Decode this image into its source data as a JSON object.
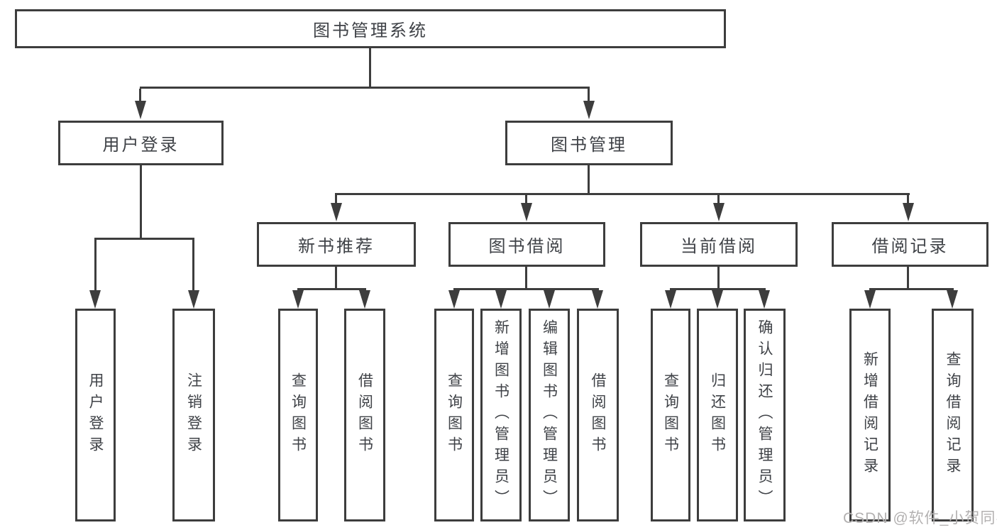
{
  "diagram": {
    "title": "图书管理系统",
    "branches": [
      {
        "label": "用户登录",
        "children": [
          {
            "label": "用户登录"
          },
          {
            "label": "注销登录"
          }
        ]
      },
      {
        "label": "图书管理",
        "children": [
          {
            "label": "新书推荐",
            "children": [
              {
                "label": "查询图书"
              },
              {
                "label": "借阅图书"
              }
            ]
          },
          {
            "label": "图书借阅",
            "children": [
              {
                "label": "查询图书"
              },
              {
                "label": "新增图书（管理员）"
              },
              {
                "label": "编辑图书（管理员）"
              },
              {
                "label": "借阅图书"
              }
            ]
          },
          {
            "label": "当前借阅",
            "children": [
              {
                "label": "查询图书"
              },
              {
                "label": "归还图书"
              },
              {
                "label": "确认归还（管理员）"
              }
            ]
          },
          {
            "label": "借阅记录",
            "children": [
              {
                "label": "新增借阅记录"
              },
              {
                "label": "查询借阅记录"
              }
            ]
          }
        ]
      }
    ]
  },
  "watermark": {
    "text": "CSDN @软件_小贺同学"
  },
  "colors": {
    "line": "#3d3d3d",
    "text": "#3f4247",
    "watermark": "#b3b1b1",
    "background": "#ffffff"
  }
}
